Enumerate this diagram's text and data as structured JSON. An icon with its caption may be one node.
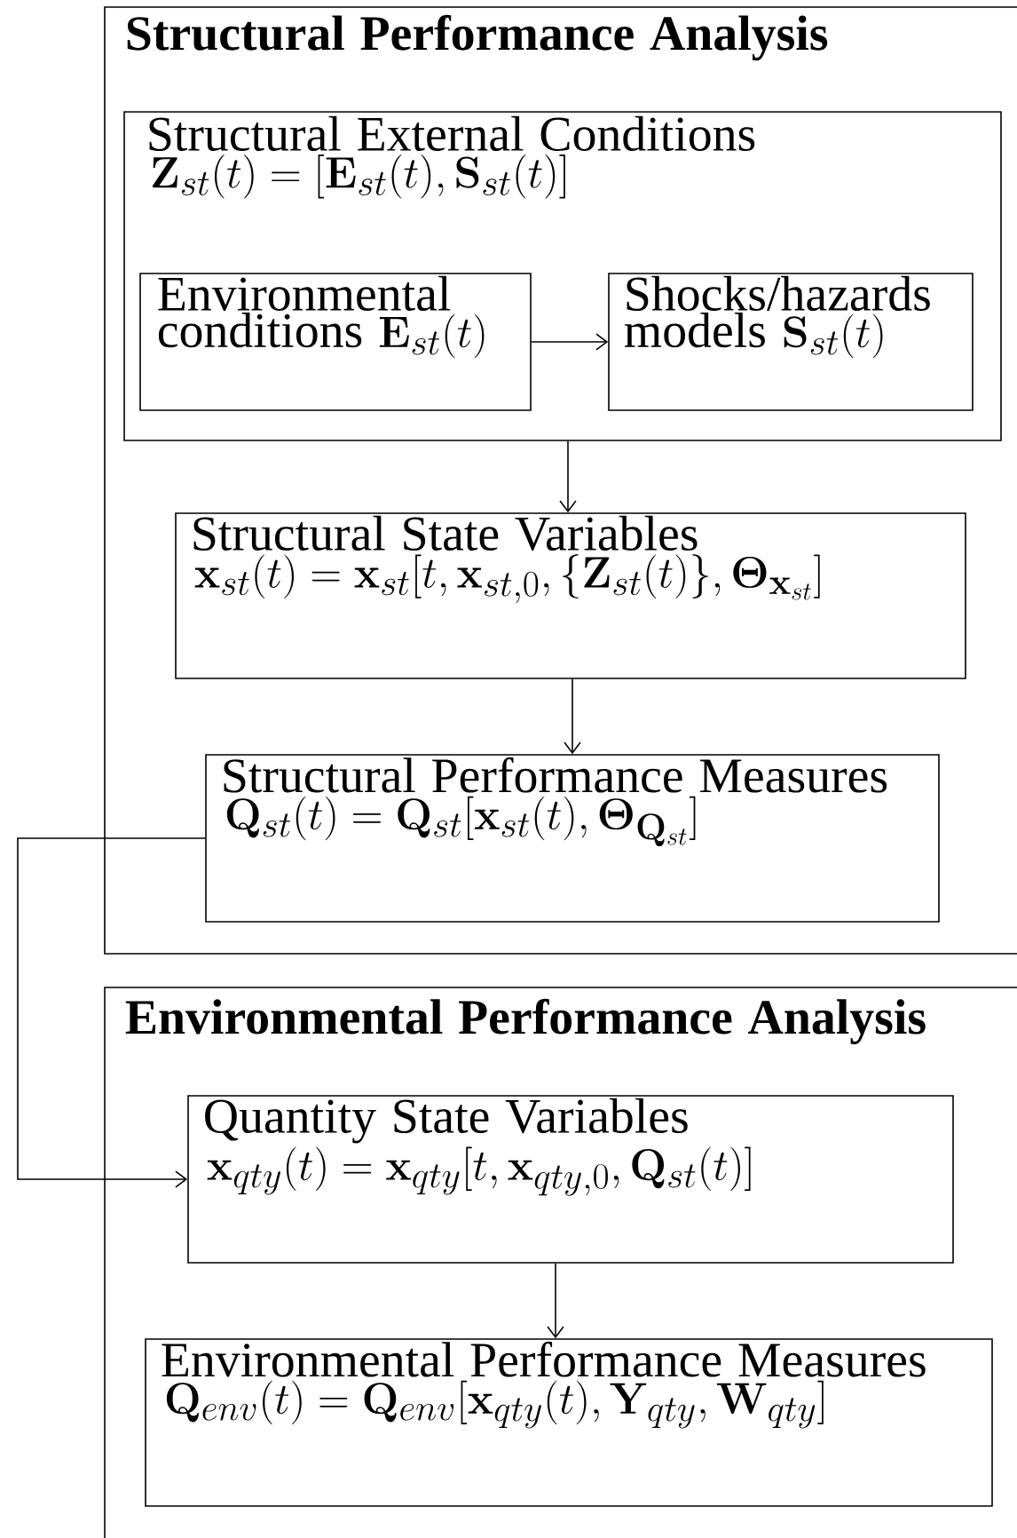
{
  "diagram": {
    "nodes": [
      {
        "text": [
          "Structural Performance Analysis"
        ]
      },
      {
        "text": [
          "Structural External Conditions",
          "\\mathbf{Z}_{st}(t)=[\\mathbf{E}_{st}(t),\\mathbf{S}_{st}(t)]"
        ],
        "in": 0
      },
      {
        "text": [
          "Environmental conditions",
          "\\mathbf{E}_{st}(t)"
        ],
        "in": 1
      },
      {
        "text": [
          "Shocks/hazards models",
          "\\mathbf{S}_{st}(t)"
        ],
        "in": 1
      },
      {
        "text": [
          "Structural State Variables",
          "\\mathbf{x}_{st}(t)=\\mathbf{x}_{st}[t,\\mathbf{x}_{st,0},\\{\\mathbf{Z}_{st}(t)\\},\\mathbf{\\Theta}_{\\mathbf{x}_{st}}]"
        ],
        "in": 0
      },
      {
        "text": [
          "Structural Performance Measures",
          "\\mathbf{Q}_{st}(t)=\\mathbf{Q}_{st}[\\mathbf{x}_{st}(t),\\mathbf{\\Theta}_{\\mathbf{Q}_{st}}]"
        ],
        "in": 0
      },
      {
        "text": [
          "Environmental Performance Analysis"
        ]
      },
      {
        "text": [
          "Quantity State Variables",
          "\\mathbf{x}_{qty}(t)=\\mathbf{x}_{qty}[t,\\mathbf{x}_{qty,0},\\mathbf{Q}_{st}(t)]"
        ],
        "in": 6
      },
      {
        "text": [
          "Environmental Performance Measures",
          "\\mathbf{Q}_{env}(t)=\\mathbf{Q}_{env}[\\mathbf{x}_{qty}(t),\\mathbf{Y}_{qty},\\mathbf{W}_{qty}]"
        ],
        "in": 6
      }
    ],
    "edges": [
      {
        "from": 2,
        "to": 3,
        "arrow": "to"
      },
      {
        "from": 1,
        "to": 4,
        "arrow": "to"
      },
      {
        "from": 4,
        "to": 5,
        "arrow": "to"
      },
      {
        "from": 5,
        "to": 7,
        "arrow": "to"
      },
      {
        "from": 7,
        "to": 8,
        "arrow": "to"
      }
    ]
  }
}
